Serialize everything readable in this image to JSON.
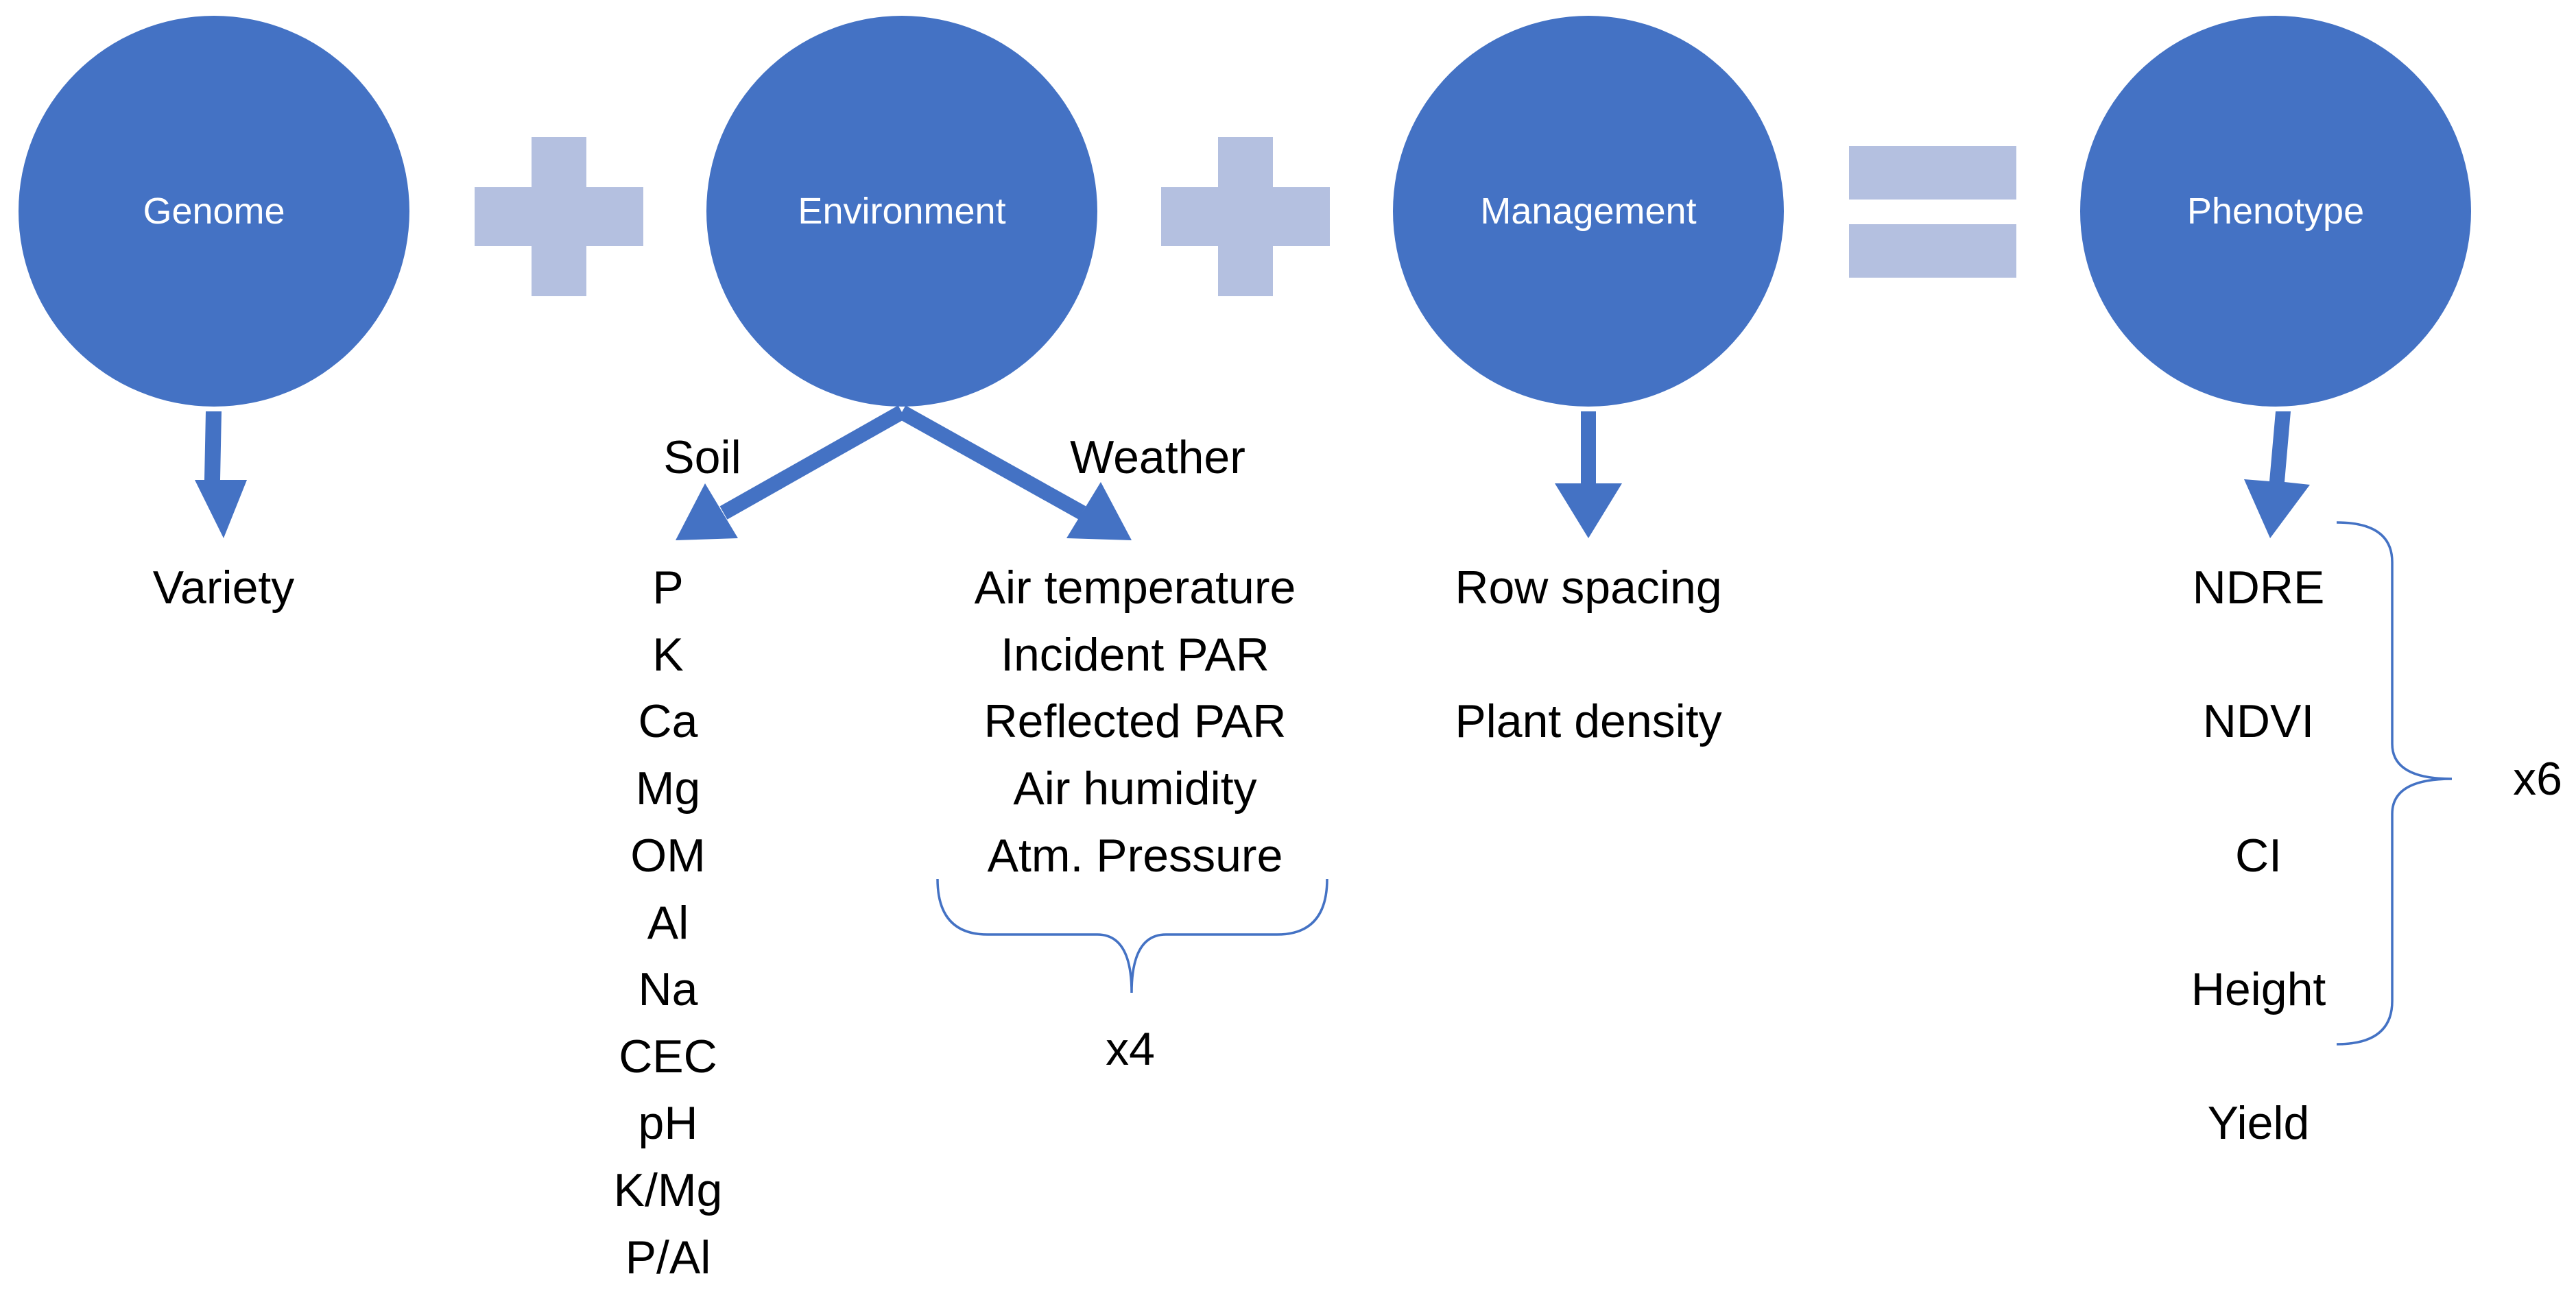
{
  "colors": {
    "circle": "#4472C4",
    "operator": "#B4C0E0",
    "arrow": "#4472C4",
    "brace": "#4472C4",
    "text": "#000000"
  },
  "nodes": {
    "genome": "Genome",
    "environment": "Environment",
    "management": "Management",
    "phenotype": "Phenotype"
  },
  "operators": [
    "plus",
    "plus",
    "equals"
  ],
  "branches": {
    "soil": "Soil",
    "weather": "Weather"
  },
  "genome_items": [
    "Variety"
  ],
  "soil_items": [
    "P",
    "K",
    "Ca",
    "Mg",
    "OM",
    "Al",
    "Na",
    "CEC",
    "pH",
    "K/Mg",
    "P/Al"
  ],
  "weather_items": [
    "Air temperature",
    "Incident PAR",
    "Reflected PAR",
    "Air humidity",
    "Atm. Pressure"
  ],
  "weather_multiplier": "x4",
  "management_items": [
    "Row spacing",
    "Plant density"
  ],
  "phenotype_items": [
    "NDRE",
    "NDVI",
    "CI",
    "Height",
    "Yield"
  ],
  "phenotype_multiplier": "x6"
}
